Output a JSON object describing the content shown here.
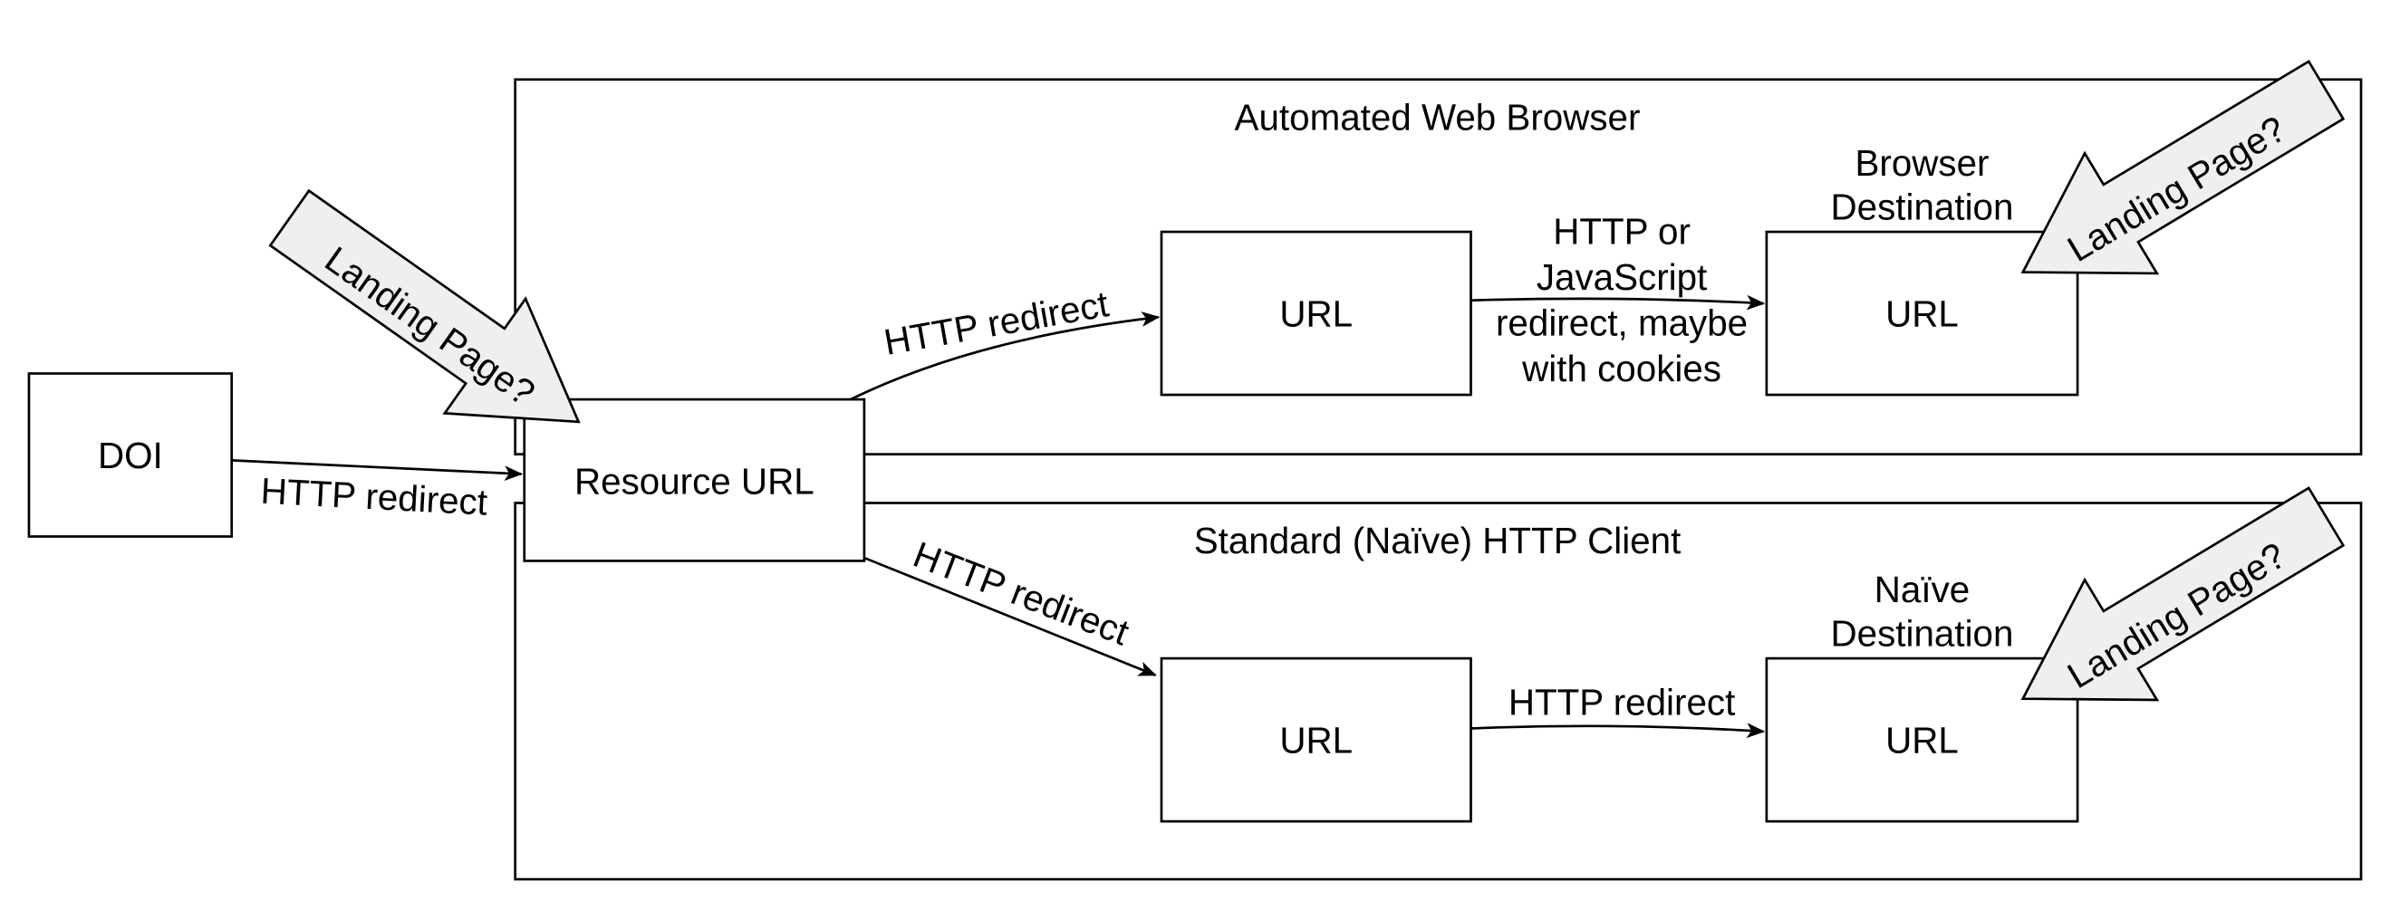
{
  "panels": {
    "browser": {
      "title": "Automated Web Browser"
    },
    "naive": {
      "title": "Standard (Naïve) HTTP Client"
    }
  },
  "nodes": {
    "doi": "DOI",
    "resource": "Resource URL",
    "browser_url": "URL",
    "browser_destination": "URL",
    "naive_url": "URL",
    "naive_destination": "URL"
  },
  "node_captions": {
    "browser_destination": [
      "Browser",
      "Destination"
    ],
    "naive_destination": [
      "Naïve",
      "Destination"
    ]
  },
  "edges": {
    "doi_to_resource": "HTTP redirect",
    "resource_to_browser_url": "HTTP redirect",
    "resource_to_naive_url": "HTTP redirect",
    "browser_url_to_destination": [
      "HTTP or",
      "JavaScript",
      "redirect, maybe",
      "with cookies"
    ],
    "naive_url_to_destination": "HTTP redirect"
  },
  "callouts": {
    "resource": "Landing Page?",
    "browser_destination": "Landing Page?",
    "naive_destination": "Landing Page?"
  },
  "colors": {
    "stroke": "#000000",
    "callout_fill": "#efefef",
    "background": "#ffffff"
  }
}
